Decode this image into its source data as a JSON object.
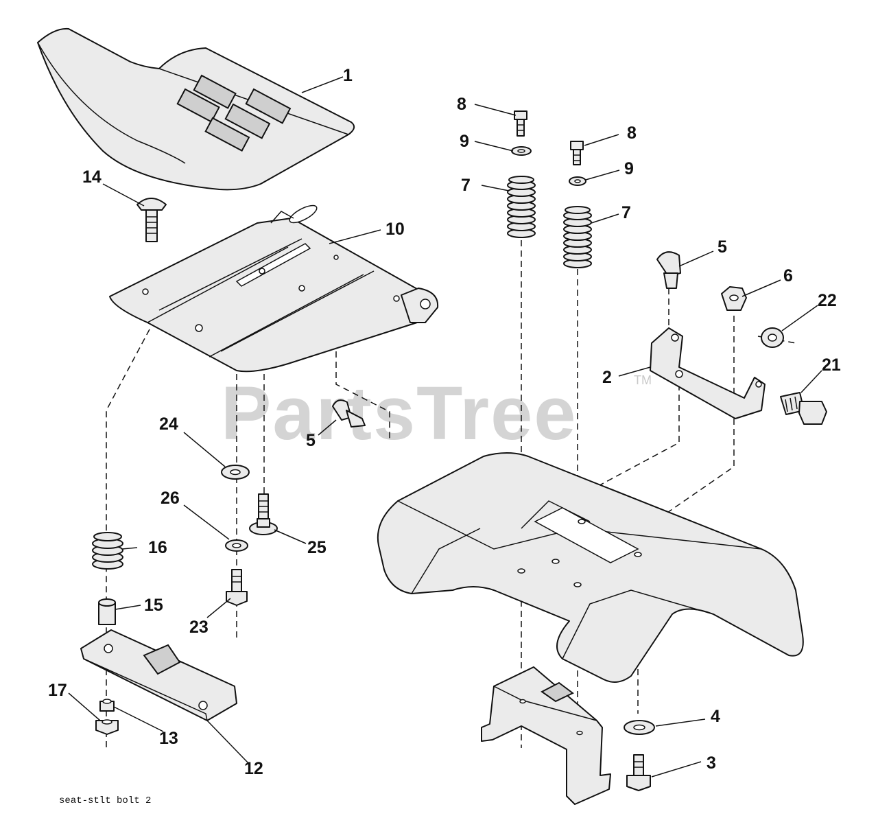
{
  "watermark": {
    "text": "PartsTree",
    "tm": "TM"
  },
  "caption": "seat-stlt  bolt  2",
  "callouts": [
    {
      "id": "1",
      "label": "1"
    },
    {
      "id": "2",
      "label": "2"
    },
    {
      "id": "3",
      "label": "3"
    },
    {
      "id": "4",
      "label": "4"
    },
    {
      "id": "5a",
      "label": "5"
    },
    {
      "id": "5b",
      "label": "5"
    },
    {
      "id": "6",
      "label": "6"
    },
    {
      "id": "7a",
      "label": "7"
    },
    {
      "id": "7b",
      "label": "7"
    },
    {
      "id": "8a",
      "label": "8"
    },
    {
      "id": "8b",
      "label": "8"
    },
    {
      "id": "9a",
      "label": "9"
    },
    {
      "id": "9b",
      "label": "9"
    },
    {
      "id": "10",
      "label": "10"
    },
    {
      "id": "12",
      "label": "12"
    },
    {
      "id": "13",
      "label": "13"
    },
    {
      "id": "14",
      "label": "14"
    },
    {
      "id": "15",
      "label": "15"
    },
    {
      "id": "16",
      "label": "16"
    },
    {
      "id": "17",
      "label": "17"
    },
    {
      "id": "21",
      "label": "21"
    },
    {
      "id": "22",
      "label": "22"
    },
    {
      "id": "23",
      "label": "23"
    },
    {
      "id": "24",
      "label": "24"
    },
    {
      "id": "25",
      "label": "25"
    },
    {
      "id": "26",
      "label": "26"
    }
  ]
}
